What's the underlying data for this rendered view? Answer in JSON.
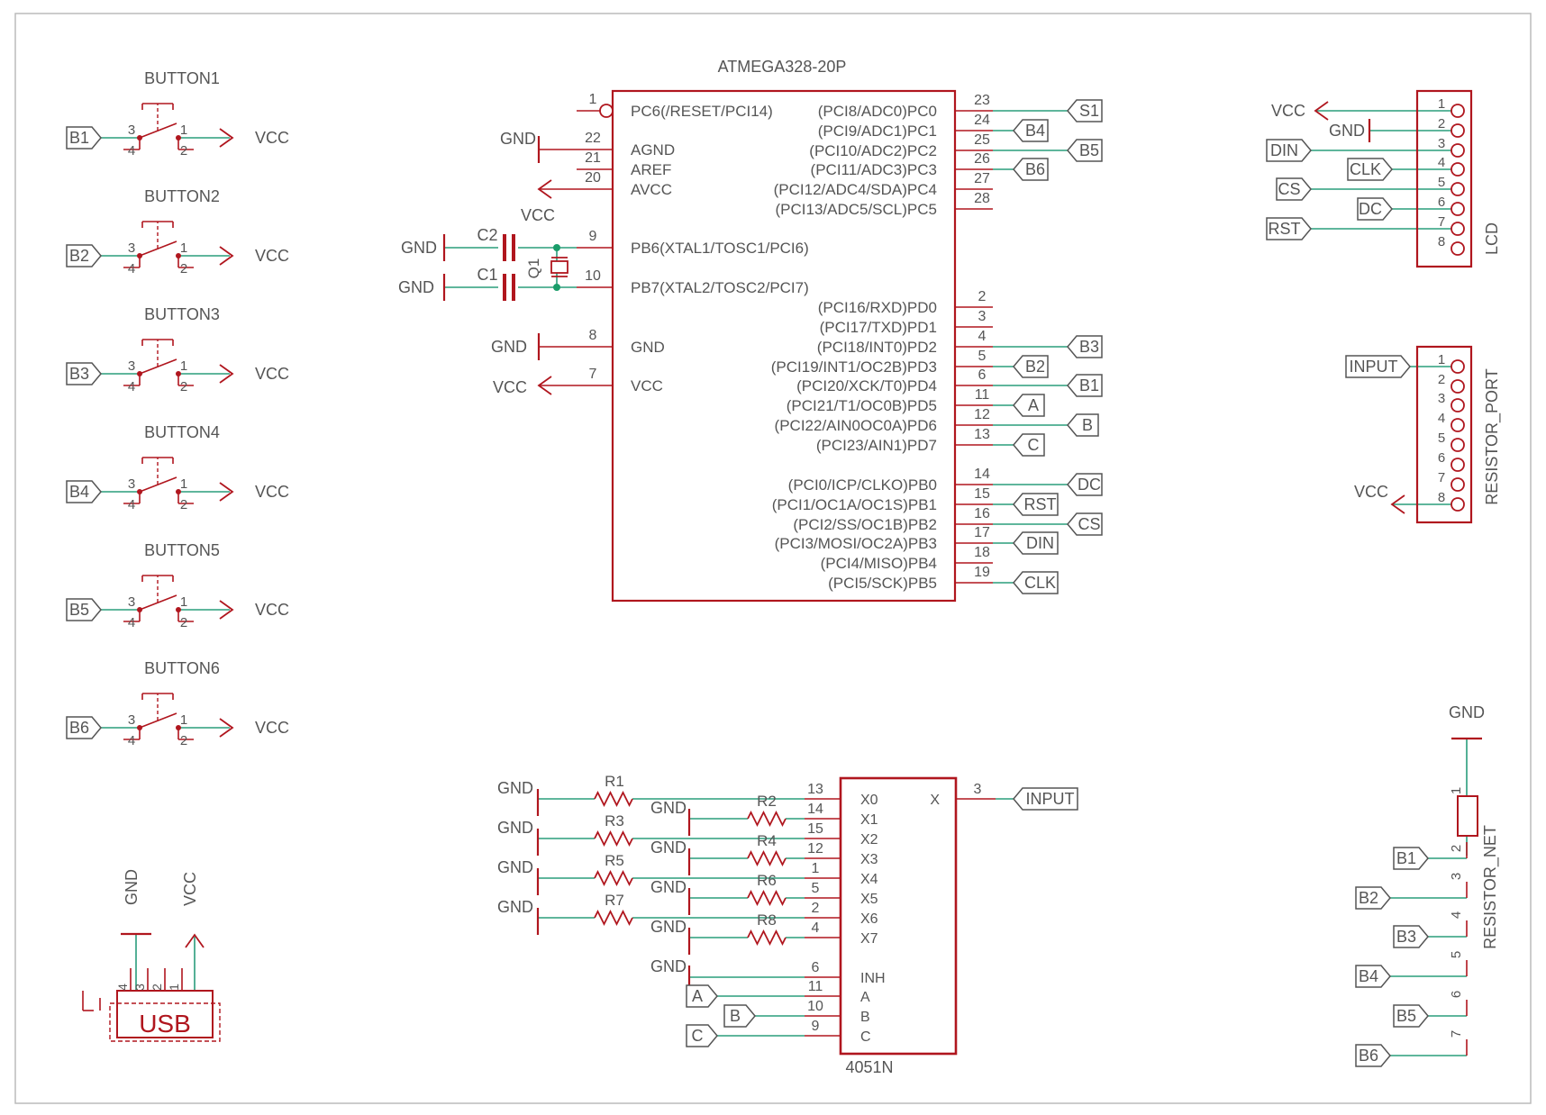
{
  "colors": {
    "part": "#b0161e",
    "wire": "#2a9d7c",
    "text": "#555555",
    "frame": "#bbbbbb",
    "junction": "#1a9d6a"
  },
  "mcu": {
    "name": "ATMEGA328-20P",
    "left_pins": [
      {
        "num": "1",
        "label": "PC6(/RESET/PCI14)",
        "net": ""
      },
      {
        "num": "22",
        "label": "AGND",
        "net": "GND"
      },
      {
        "num": "21",
        "label": "AREF",
        "net": ""
      },
      {
        "num": "20",
        "label": "AVCC",
        "net": "VCC"
      },
      {
        "num": "9",
        "label": "PB6(XTAL1/TOSC1/PCI6)",
        "net": ""
      },
      {
        "num": "10",
        "label": "PB7(XTAL2/TOSC2/PCI7)",
        "net": ""
      },
      {
        "num": "8",
        "label": "GND",
        "net": "GND"
      },
      {
        "num": "7",
        "label": "VCC",
        "net": "VCC"
      }
    ],
    "right_pins": [
      {
        "num": "23",
        "label": "(PCI8/ADC0)PC0",
        "net": "S1"
      },
      {
        "num": "24",
        "label": "(PCI9/ADC1)PC1",
        "net": "B4"
      },
      {
        "num": "25",
        "label": "(PCI10/ADC2)PC2",
        "net": "B5"
      },
      {
        "num": "26",
        "label": "(PCI11/ADC3)PC3",
        "net": "B6"
      },
      {
        "num": "27",
        "label": "(PCI12/ADC4/SDA)PC4",
        "net": ""
      },
      {
        "num": "28",
        "label": "(PCI13/ADC5/SCL)PC5",
        "net": ""
      },
      {
        "num": "2",
        "label": "(PCI16/RXD)PD0",
        "net": ""
      },
      {
        "num": "3",
        "label": "(PCI17/TXD)PD1",
        "net": ""
      },
      {
        "num": "4",
        "label": "(PCI18/INT0)PD2",
        "net": "B3"
      },
      {
        "num": "5",
        "label": "(PCI19/INT1/OC2B)PD3",
        "net": "B2"
      },
      {
        "num": "6",
        "label": "(PCI20/XCK/T0)PD4",
        "net": "B1"
      },
      {
        "num": "11",
        "label": "(PCI21/T1/OC0B)PD5",
        "net": "A"
      },
      {
        "num": "12",
        "label": "(PCI22/AIN0OC0A)PD6",
        "net": "B"
      },
      {
        "num": "13",
        "label": "(PCI23/AIN1)PD7",
        "net": "C"
      },
      {
        "num": "14",
        "label": "(PCI0/ICP/CLKO)PB0",
        "net": "DC"
      },
      {
        "num": "15",
        "label": "(PCI1/OC1A/OC1S)PB1",
        "net": "RST"
      },
      {
        "num": "16",
        "label": "(PCI2/SS/OC1B)PB2",
        "net": "CS"
      },
      {
        "num": "17",
        "label": "(PCI3/MOSI/OC2A)PB3",
        "net": "DIN"
      },
      {
        "num": "18",
        "label": "(PCI4/MISO)PB4",
        "net": ""
      },
      {
        "num": "19",
        "label": "(PCI5/SCK)PB5",
        "net": "CLK"
      }
    ],
    "cap_c2": "C2",
    "cap_c1": "C1",
    "crystal": "Q1",
    "gnd": "GND",
    "vcc": "VCC"
  },
  "buttons": [
    {
      "name": "BUTTON1",
      "net": "B1",
      "power": "VCC",
      "pins": [
        "3",
        "4",
        "1",
        "2"
      ]
    },
    {
      "name": "BUTTON2",
      "net": "B2",
      "power": "VCC",
      "pins": [
        "3",
        "4",
        "1",
        "2"
      ]
    },
    {
      "name": "BUTTON3",
      "net": "B3",
      "power": "VCC",
      "pins": [
        "3",
        "4",
        "1",
        "2"
      ]
    },
    {
      "name": "BUTTON4",
      "net": "B4",
      "power": "VCC",
      "pins": [
        "3",
        "4",
        "1",
        "2"
      ]
    },
    {
      "name": "BUTTON5",
      "net": "B5",
      "power": "VCC",
      "pins": [
        "3",
        "4",
        "1",
        "2"
      ]
    },
    {
      "name": "BUTTON6",
      "net": "B6",
      "power": "VCC",
      "pins": [
        "3",
        "4",
        "1",
        "2"
      ]
    }
  ],
  "lcd": {
    "name": "LCD",
    "pins": [
      "1",
      "2",
      "3",
      "4",
      "5",
      "6",
      "7",
      "8"
    ],
    "nets": [
      "VCC",
      "GND",
      "DIN",
      "CLK",
      "CS",
      "DC",
      "RST",
      ""
    ]
  },
  "resistor_port": {
    "name": "RESISTOR_PORT",
    "pins": [
      "1",
      "2",
      "3",
      "4",
      "5",
      "6",
      "7",
      "8"
    ],
    "input_net": "INPUT",
    "vcc_net": "VCC"
  },
  "resistor_net": {
    "name": "RESISTOR_NET",
    "gnd": "GND",
    "pins": [
      "1",
      "2",
      "3",
      "4",
      "5",
      "6",
      "7"
    ],
    "nets": [
      "B1",
      "B2",
      "B3",
      "B4",
      "B5",
      "B6"
    ]
  },
  "mux": {
    "name": "4051N",
    "inputs": [
      {
        "label": "X0",
        "num": "13"
      },
      {
        "label": "X1",
        "num": "14"
      },
      {
        "label": "X2",
        "num": "15"
      },
      {
        "label": "X3",
        "num": "12"
      },
      {
        "label": "X4",
        "num": "1"
      },
      {
        "label": "X5",
        "num": "5"
      },
      {
        "label": "X6",
        "num": "2"
      },
      {
        "label": "X7",
        "num": "4"
      }
    ],
    "controls": [
      {
        "label": "INH",
        "num": "6",
        "net": "GND"
      },
      {
        "label": "A",
        "num": "11",
        "net": "A"
      },
      {
        "label": "B",
        "num": "10",
        "net": "B"
      },
      {
        "label": "C",
        "num": "9",
        "net": "C"
      }
    ],
    "output": {
      "label": "X",
      "num": "3",
      "net": "INPUT"
    },
    "resistors": [
      "R1",
      "R2",
      "R3",
      "R4",
      "R5",
      "R6",
      "R7",
      "R8"
    ],
    "gnd": "GND"
  },
  "usb": {
    "label": "USB",
    "pins": [
      "4",
      "3",
      "2",
      "1"
    ],
    "gnd": "GND",
    "vcc": "VCC"
  }
}
